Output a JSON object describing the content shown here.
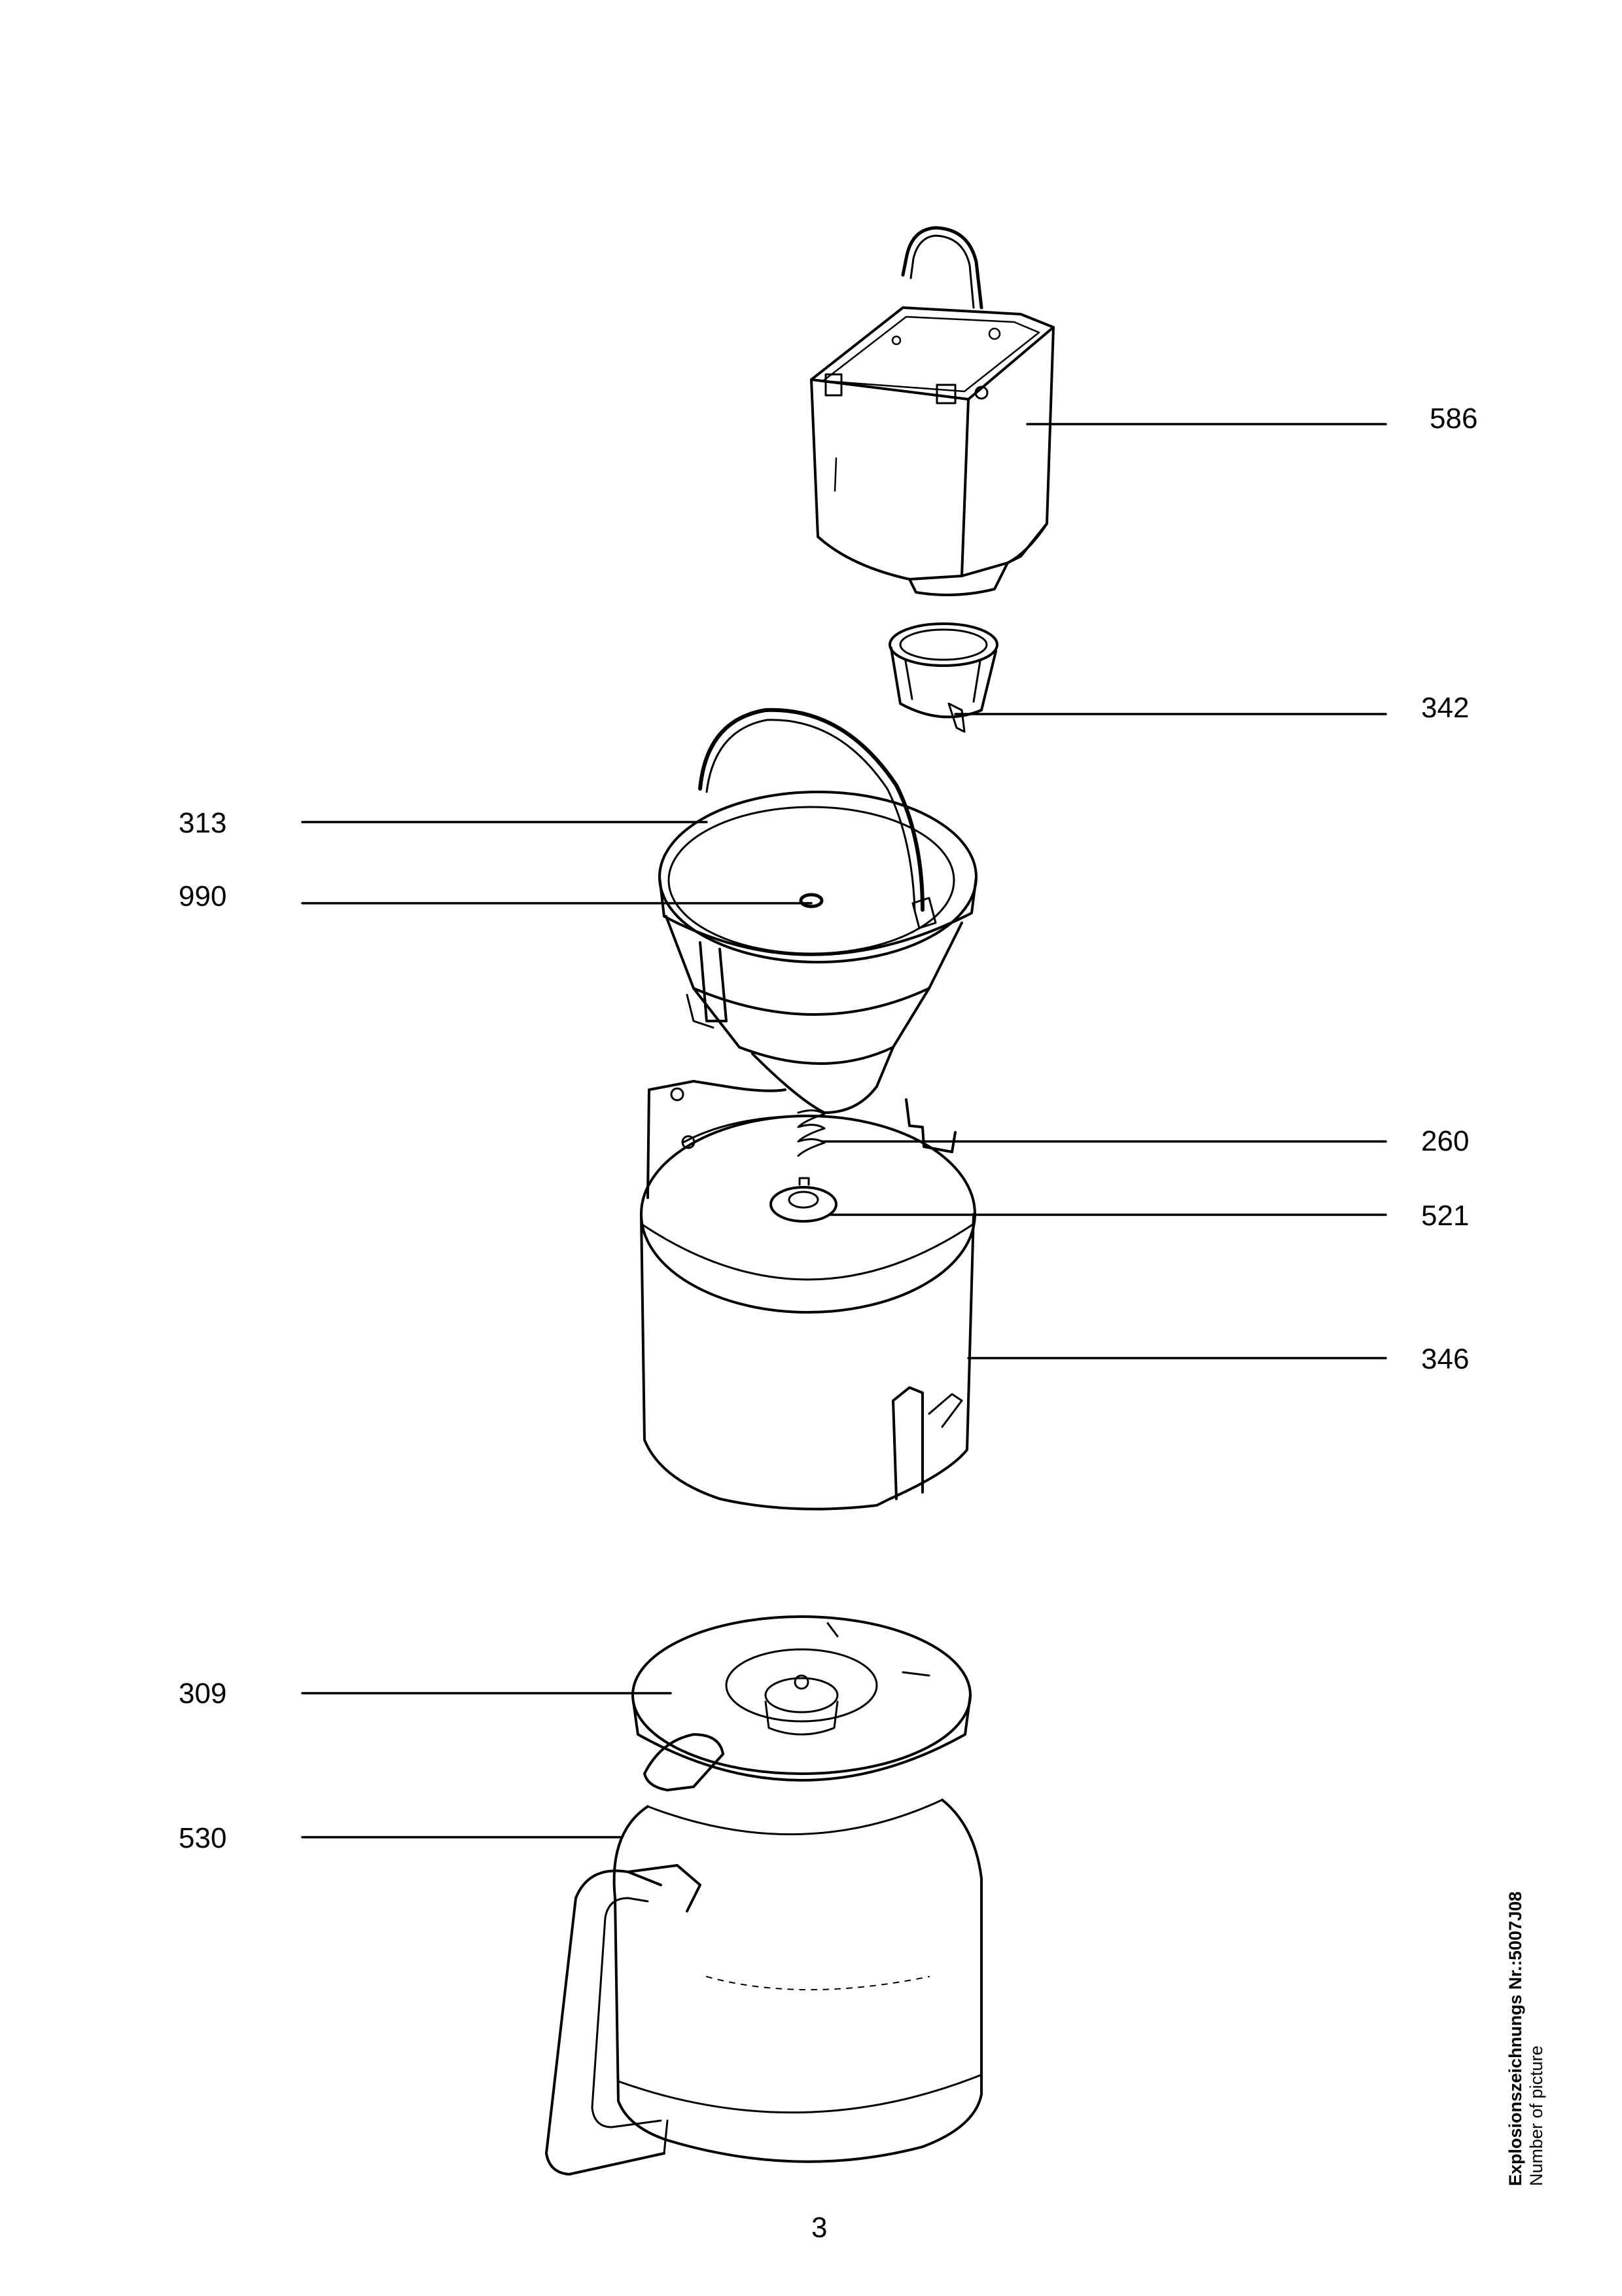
{
  "parts": [
    {
      "number": "586"
    },
    {
      "number": "342"
    },
    {
      "number": "313"
    },
    {
      "number": "990"
    },
    {
      "number": "260"
    },
    {
      "number": "521"
    },
    {
      "number": "346"
    },
    {
      "number": "309"
    },
    {
      "number": "530"
    }
  ],
  "page_number": "3",
  "sidebar": {
    "title": "Explosionszeichnungs Nr.:5007J08",
    "subtitle": "Number of picture"
  },
  "colors": {
    "ink": "#000000",
    "paper": "#ffffff"
  }
}
